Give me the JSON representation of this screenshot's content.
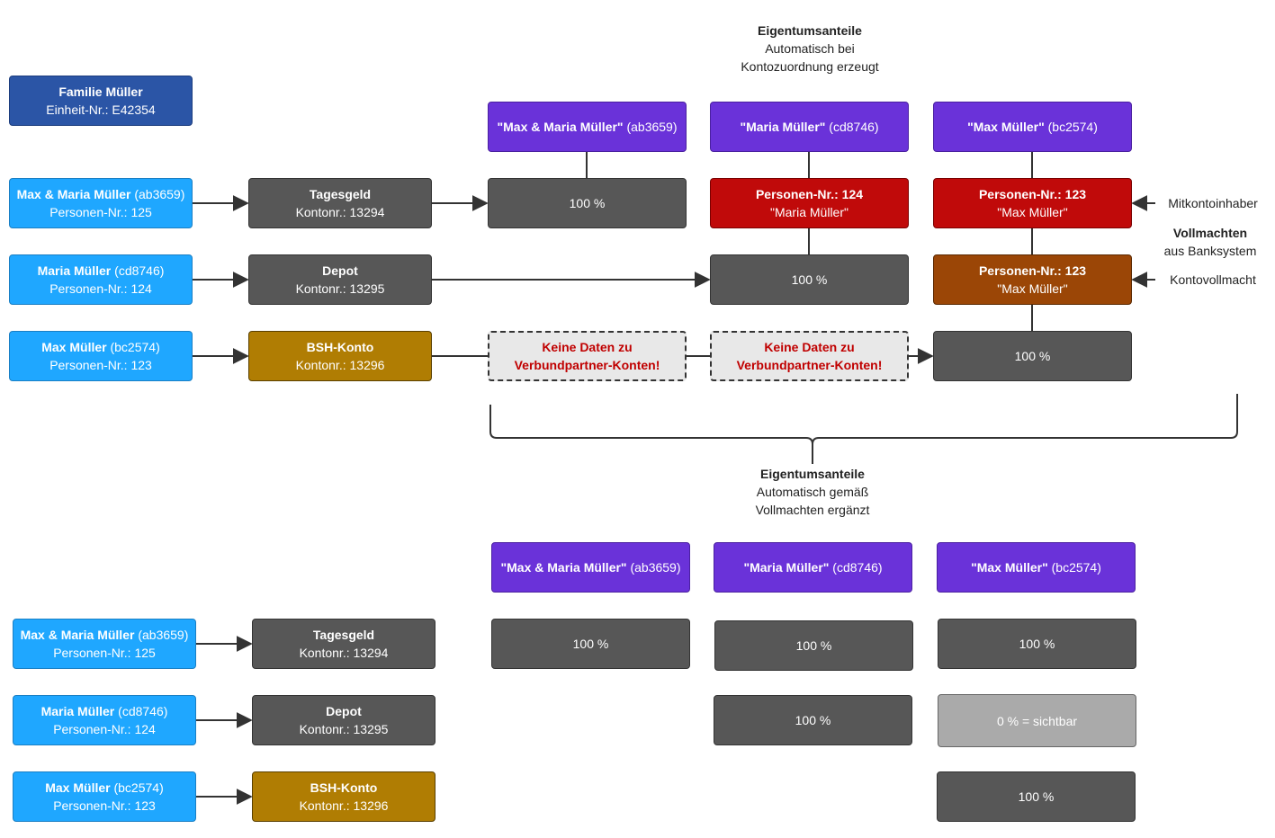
{
  "top": {
    "heading": {
      "title": "Eigentumsanteile",
      "line1": "Automatisch bei",
      "line2": "Kontozuordnung erzeugt"
    },
    "family": {
      "name": "Familie Müller",
      "unit": "Einheit-Nr.: E42354"
    },
    "persons": [
      {
        "name": "Max & Maria Müller",
        "code": "(ab3659)",
        "nr": "Personen-Nr.: 125"
      },
      {
        "name": "Maria Müller",
        "code": "(cd8746)",
        "nr": "Personen-Nr.: 124"
      },
      {
        "name": "Max Müller",
        "code": "(bc2574)",
        "nr": "Personen-Nr.: 123"
      }
    ],
    "accounts": [
      {
        "name": "Tagesgeld",
        "nr": "Kontonr.: 13294"
      },
      {
        "name": "Depot",
        "nr": "Kontonr.: 13295"
      },
      {
        "name": "BSH-Konto",
        "nr": "Kontonr.: 13296"
      }
    ],
    "owners": [
      {
        "name": "\"Max & Maria Müller\"",
        "code": "(ab3659)"
      },
      {
        "name": "\"Maria Müller\"",
        "code": "(cd8746)"
      },
      {
        "name": "\"Max Müller\"",
        "code": "(bc2574)"
      }
    ],
    "share_100": "100 %",
    "no_data_line1": "Keine Daten zu",
    "no_data_line2": "Verbundpartner-Konten!",
    "person_nr_124": "Personen-Nr.: 124",
    "person_nr_124_name": "\"Maria Müller\"",
    "person_nr_123": "Personen-Nr.: 123",
    "person_nr_123_name": "\"Max Müller\"",
    "side_mitkontoinhaber": "Mitkontoinhaber",
    "side_vollmachten_title": "Vollmachten",
    "side_vollmachten_sub": "aus Banksystem",
    "side_kontovollmacht": "Kontovollmacht"
  },
  "bottom": {
    "heading": {
      "title": "Eigentumsanteile",
      "line1": "Automatisch gemäß",
      "line2": "Vollmachten ergänzt"
    },
    "share_100": "100 %",
    "share_0": "0 % = sichtbar"
  },
  "colors": {
    "navy": "#2b55a6",
    "person_blue": "#1fa7ff",
    "account_gray": "#575757",
    "bsh_gold": "#b07d03",
    "owner_purple": "#6a32d9",
    "person_red": "#c00a0a",
    "proxy_brown": "#9b4606",
    "visible_gray": "#aaaaaa"
  }
}
